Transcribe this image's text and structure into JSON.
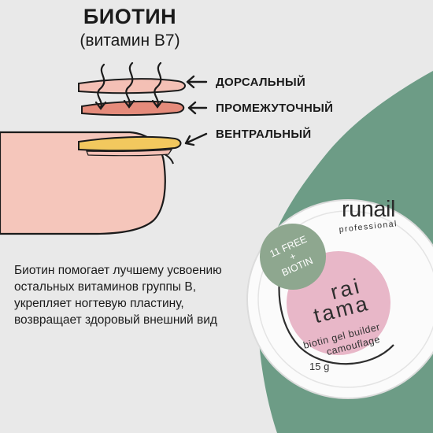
{
  "header": {
    "title": "БИОТИН",
    "subtitle": "(витамин B7)"
  },
  "layers": {
    "dorsal": "ДОРСАЛЬНЫЙ",
    "intermediate": "ПРОМЕЖУТОЧНЫЙ",
    "ventral": "ВЕНТРАЛЬНЫЙ"
  },
  "description": "Биотин помогает лучшему усвоению остальных витаминов группы B, укрепляет ногтевую пластину, возвращает здоровый внешний вид",
  "product": {
    "brand": "runail",
    "brand_sub": "professional",
    "badge_line1": "11 FREE",
    "badge_line2": "+",
    "badge_line3": "BIOTIN",
    "name_line1": "rai",
    "name_line2": "tama",
    "desc_line1": "biotin gel builder",
    "desc_line2": "camouflage",
    "weight": "15 g"
  },
  "colors": {
    "background": "#e9e9e9",
    "green": "#6d9c86",
    "skin": "#f5c6bb",
    "dorsal_layer": "#f4c0b5",
    "intermediate_layer": "#e58b7b",
    "ventral_layer": "#f2c85e",
    "jar_label_pink": "#e8b7c8",
    "badge_green": "#8ea78f"
  }
}
